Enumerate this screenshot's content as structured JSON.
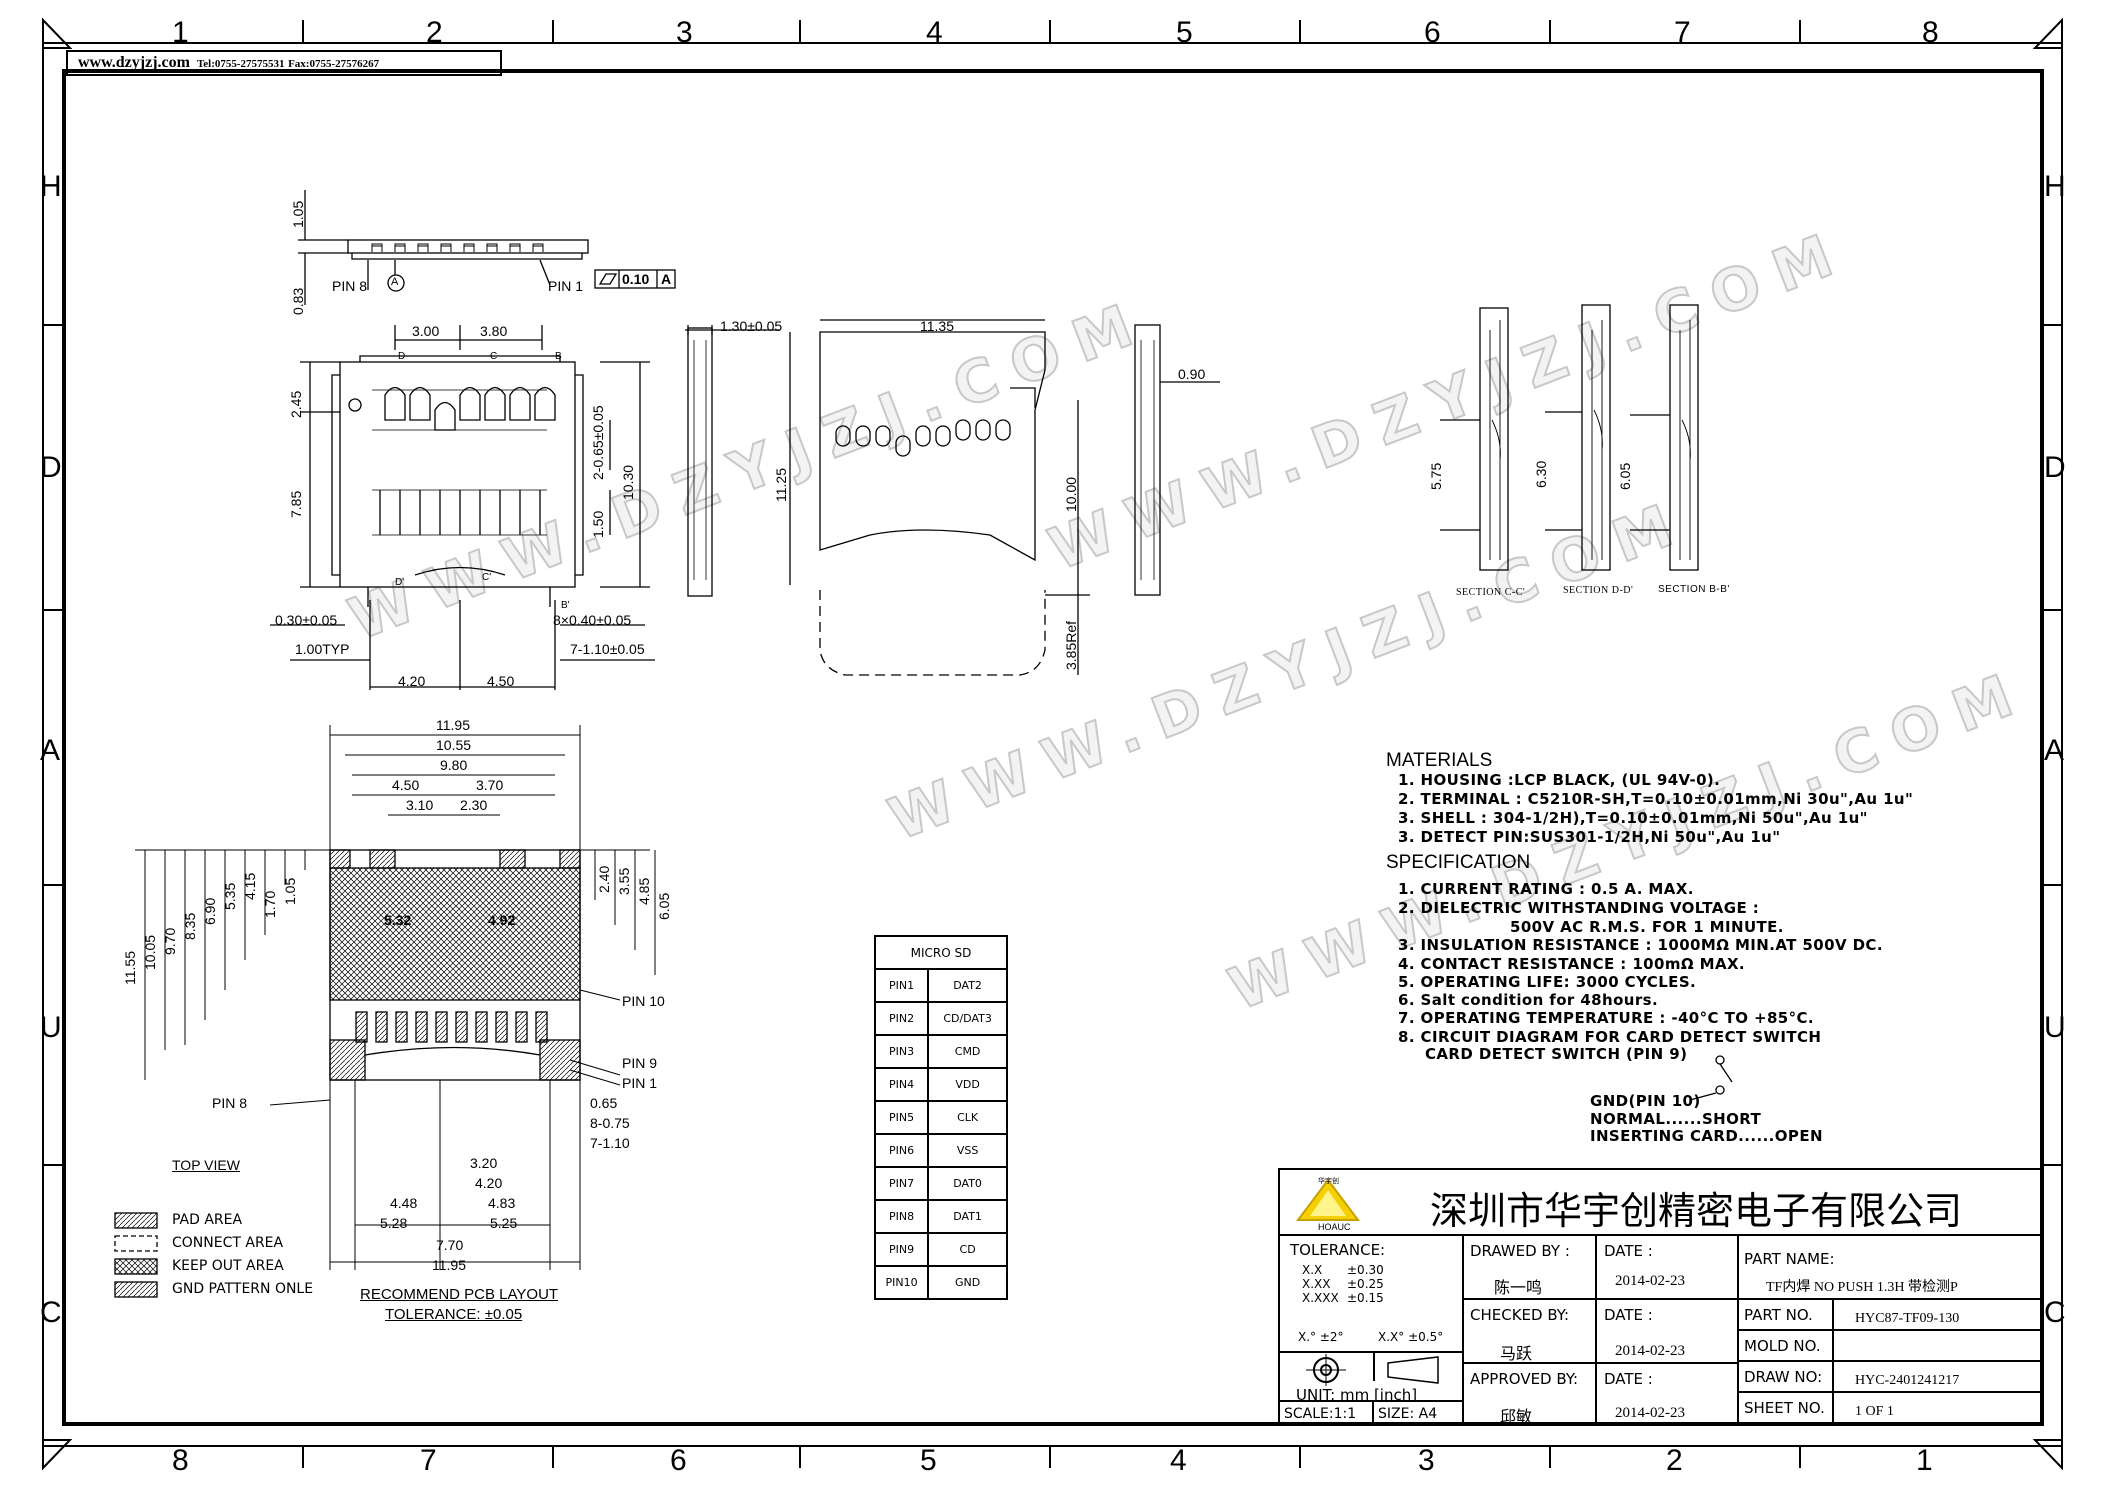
{
  "header": {
    "website": "www.dzyjzj.com",
    "tel": "Tel:0755-27575531",
    "fax": "Fax:0755-27576267"
  },
  "zones": {
    "top": [
      "1",
      "2",
      "3",
      "4",
      "5",
      "6",
      "7",
      "8"
    ],
    "bottom": [
      "8",
      "7",
      "6",
      "5",
      "4",
      "3",
      "2",
      "1"
    ],
    "left": [
      "H",
      "D",
      "A",
      "U",
      "C"
    ],
    "right": [
      "H",
      "D",
      "A",
      "U",
      "C"
    ]
  },
  "side_view": {
    "d1": "1.05",
    "d2": "0.83",
    "pin8": "PIN 8",
    "pin1": "PIN 1",
    "datum": "A",
    "flatness": "0.10",
    "flat_ref": "A"
  },
  "front_view": {
    "d_3_00": "3.00",
    "d_3_80": "3.80",
    "d_2_45": "2.45",
    "d_7_85": "7.85",
    "d_pitch": "2-0.65±0.05",
    "d_1_50": "1.50",
    "d_10_30": "10.30",
    "d_030": "0.30±0.05",
    "d_pinw": "8×0.40±0.05",
    "d_1typ": "1.00TYP",
    "d_7_110": "7-1.10±0.05",
    "d_4_20": "4.20",
    "d_4_50": "4.50",
    "lbl_D": "D",
    "lbl_C": "C",
    "lbl_B": "B",
    "lbl_Dp": "D'",
    "lbl_Cp": "C'",
    "lbl_Bp": "B'"
  },
  "side_view2": {
    "d": "1.30±0.05"
  },
  "card_view": {
    "d_11_35": "11.35",
    "d_11_25": "11.25",
    "d_10_00": "10.00",
    "d_385": "3.85Ref"
  },
  "edge_view": {
    "d": "0.90"
  },
  "sections": {
    "c": {
      "label": "SECTION C-C'",
      "dim": "5.75"
    },
    "d": {
      "label": "SECTION D-D'",
      "dim": "6.30"
    },
    "b": {
      "label": "SECTION B-B'",
      "dim": "6.05"
    }
  },
  "pcb": {
    "top_dims": [
      "11.95",
      "10.55",
      "9.80",
      "4.50",
      "3.70",
      "3.10",
      "2.30"
    ],
    "left_dims": [
      "11.55",
      "10.05",
      "9.70",
      "8.35",
      "6.90",
      "5.35",
      "4.15",
      "1.70",
      "1.05"
    ],
    "right_dims": [
      "2.40",
      "3.55",
      "4.85",
      "6.05"
    ],
    "inner": [
      "5.32",
      "4.92"
    ],
    "pins": {
      "pin10": "PIN 10",
      "pin9": "PIN 9",
      "pin1": "PIN 1",
      "pin8": "PIN 8"
    },
    "right_lower": [
      "0.65",
      "8-0.75",
      "7-1.10"
    ],
    "bottom_dims": [
      "3.20",
      "4.20",
      "4.48",
      "4.83",
      "5.28",
      "5.25",
      "7.70",
      "11.95"
    ],
    "top_view": "TOP VIEW",
    "title": "RECOMMEND PCB LAYOUT",
    "tolerance": "TOLERANCE: ±0.05"
  },
  "legend": [
    "PAD AREA",
    "CONNECT AREA",
    "KEEP OUT AREA",
    "GND PATTERN ONLE"
  ],
  "pin_table": {
    "title": "MICRO SD",
    "rows": [
      [
        "PIN1",
        "DAT2"
      ],
      [
        "PIN2",
        "CD/DAT3"
      ],
      [
        "PIN3",
        "CMD"
      ],
      [
        "PIN4",
        "VDD"
      ],
      [
        "PIN5",
        "CLK"
      ],
      [
        "PIN6",
        "VSS"
      ],
      [
        "PIN7",
        "DAT0"
      ],
      [
        "PIN8",
        "DAT1"
      ],
      [
        "PIN9",
        "CD"
      ],
      [
        "PIN10",
        "GND"
      ]
    ]
  },
  "materials": {
    "title": "MATERIALS",
    "items": [
      "1. HOUSING :LCP BLACK, (UL 94V-0).",
      "2. TERMINAL : C5210R-SH,T=0.10±0.01mm,Ni 30u\",Au 1u\"",
      "3. SHELL : 304-1/2H),T=0.10±0.01mm,Ni 50u\",Au 1u\"",
      "3. DETECT PIN:SUS301-1/2H,Ni 50u\",Au 1u\""
    ]
  },
  "specification": {
    "title": "SPECIFICATION",
    "items": [
      "1. CURRENT RATING : 0.5 A. MAX.",
      "2. DIELECTRIC WITHSTANDING VOLTAGE :",
      "500V AC R.M.S. FOR 1 MINUTE.",
      "3. INSULATION RESISTANCE : 1000MΩ MIN.AT 500V DC.",
      "4. CONTACT RESISTANCE : 100mΩ MAX.",
      "5. OPERATING LIFE: 3000 CYCLES.",
      "6. Salt condition for 48hours.",
      "7. OPERATING TEMPERATURE : -40°C TO +85°C.",
      "8. CIRCUIT DIAGRAM FOR CARD DETECT SWITCH",
      "CARD DETECT SWITCH (PIN 9)"
    ],
    "circuit": [
      "GND(PIN 10)",
      "NORMAL......SHORT",
      "INSERTING CARD......OPEN"
    ]
  },
  "title_block": {
    "company": "深圳市华宇创精密电子有限公司",
    "logo_text": "HOAUC",
    "logo_small": "华宇创",
    "tolerance_label": "TOLERANCE:",
    "tol": [
      "X.X",
      "±0.30",
      "X.XX",
      "±0.25",
      "X.XXX",
      "±0.15"
    ],
    "angle": [
      "X.° ±2°",
      "X.X° ±0.5°"
    ],
    "unit": "UNIT: mm [inch]",
    "scale": "SCALE:1:1",
    "size": "SIZE: A4",
    "drawn_by_label": "DRAWED BY :",
    "drawn_by": "陈一鸣",
    "checked_by_label": "CHECKED BY:",
    "checked_by": "马跃",
    "approved_by_label": "APPROVED BY:",
    "approved_by": "邱敏",
    "date_label": "DATE :",
    "date1": "2014-02-23",
    "date2": "2014-02-23",
    "date3": "2014-02-23",
    "part_name_label": "PART NAME:",
    "part_name": "TF内焊 NO PUSH 1.3H 带检测P",
    "part_no_label": "PART NO.",
    "part_no": "HYC87-TF09-130",
    "mold_no_label": "MOLD NO.",
    "mold_no": "",
    "draw_no_label": "DRAW NO:",
    "draw_no": "HYC-2401241217",
    "sheet_no_label": "SHEET NO.",
    "sheet_no": "1 OF 1"
  },
  "watermark": "WWW.DZYJZJ.COM"
}
